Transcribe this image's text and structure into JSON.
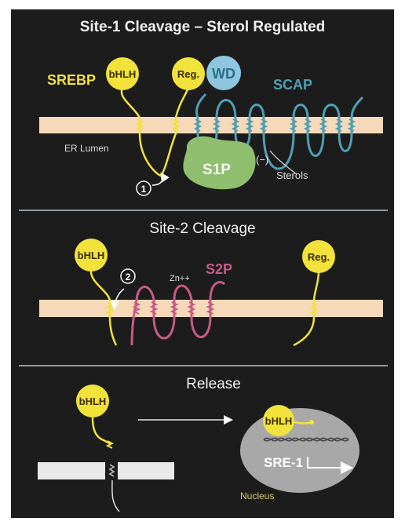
{
  "panel1": {
    "title": "Site-1 Cleavage – Sterol Regulated",
    "srebp_label": "SREBP",
    "bhlh_label": "bHLH",
    "reg_label": "Reg.",
    "wd_label": "WD",
    "scap_label": "SCAP",
    "er_lumen_label": "ER Lumen",
    "s1p_label": "S1P",
    "inhibit_label": "(−)",
    "sterols_label": "Sterols",
    "step_label": "1"
  },
  "panel2": {
    "title": "Site-2 Cleavage",
    "bhlh_label": "bHLH",
    "step_label": "2",
    "zn_label": "Zn++",
    "s2p_label": "S2P",
    "reg_label": "Reg."
  },
  "panel3": {
    "title": "Release",
    "bhlh_label": "bHLH",
    "nucleus_bhlh_label": "bHLH",
    "sre_label": "SRE-1",
    "nucleus_label": "Nucleus"
  },
  "colors": {
    "background": "#1c1c1c",
    "membrane": "#f6d9b8",
    "srebp_yellow": "#f2e23a",
    "scap_blue": "#4f9fb3",
    "wd_blue": "#8ec6df",
    "s1p_green": "#8fbf6e",
    "s2p_pink": "#c75a86",
    "nucleus_gray": "#a8a8a8",
    "divider": "#8e9ba3"
  }
}
